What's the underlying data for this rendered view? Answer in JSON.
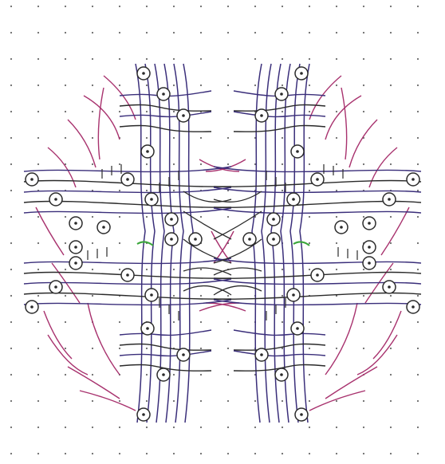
{
  "diagram": {
    "kind": "bobbin-lace-pricking",
    "background": "#ffffff",
    "colors": {
      "grid_dot": "#6a6a6a",
      "thread_main": "#3a2e7a",
      "thread_pink": "#a8326e",
      "thread_dark": "#2a2a2a",
      "accent_green": "#3aa63a"
    },
    "motifs": [
      "left-lobe",
      "right-lobe"
    ],
    "accent_marks": [
      "left-green-twist",
      "right-green-twist"
    ]
  }
}
